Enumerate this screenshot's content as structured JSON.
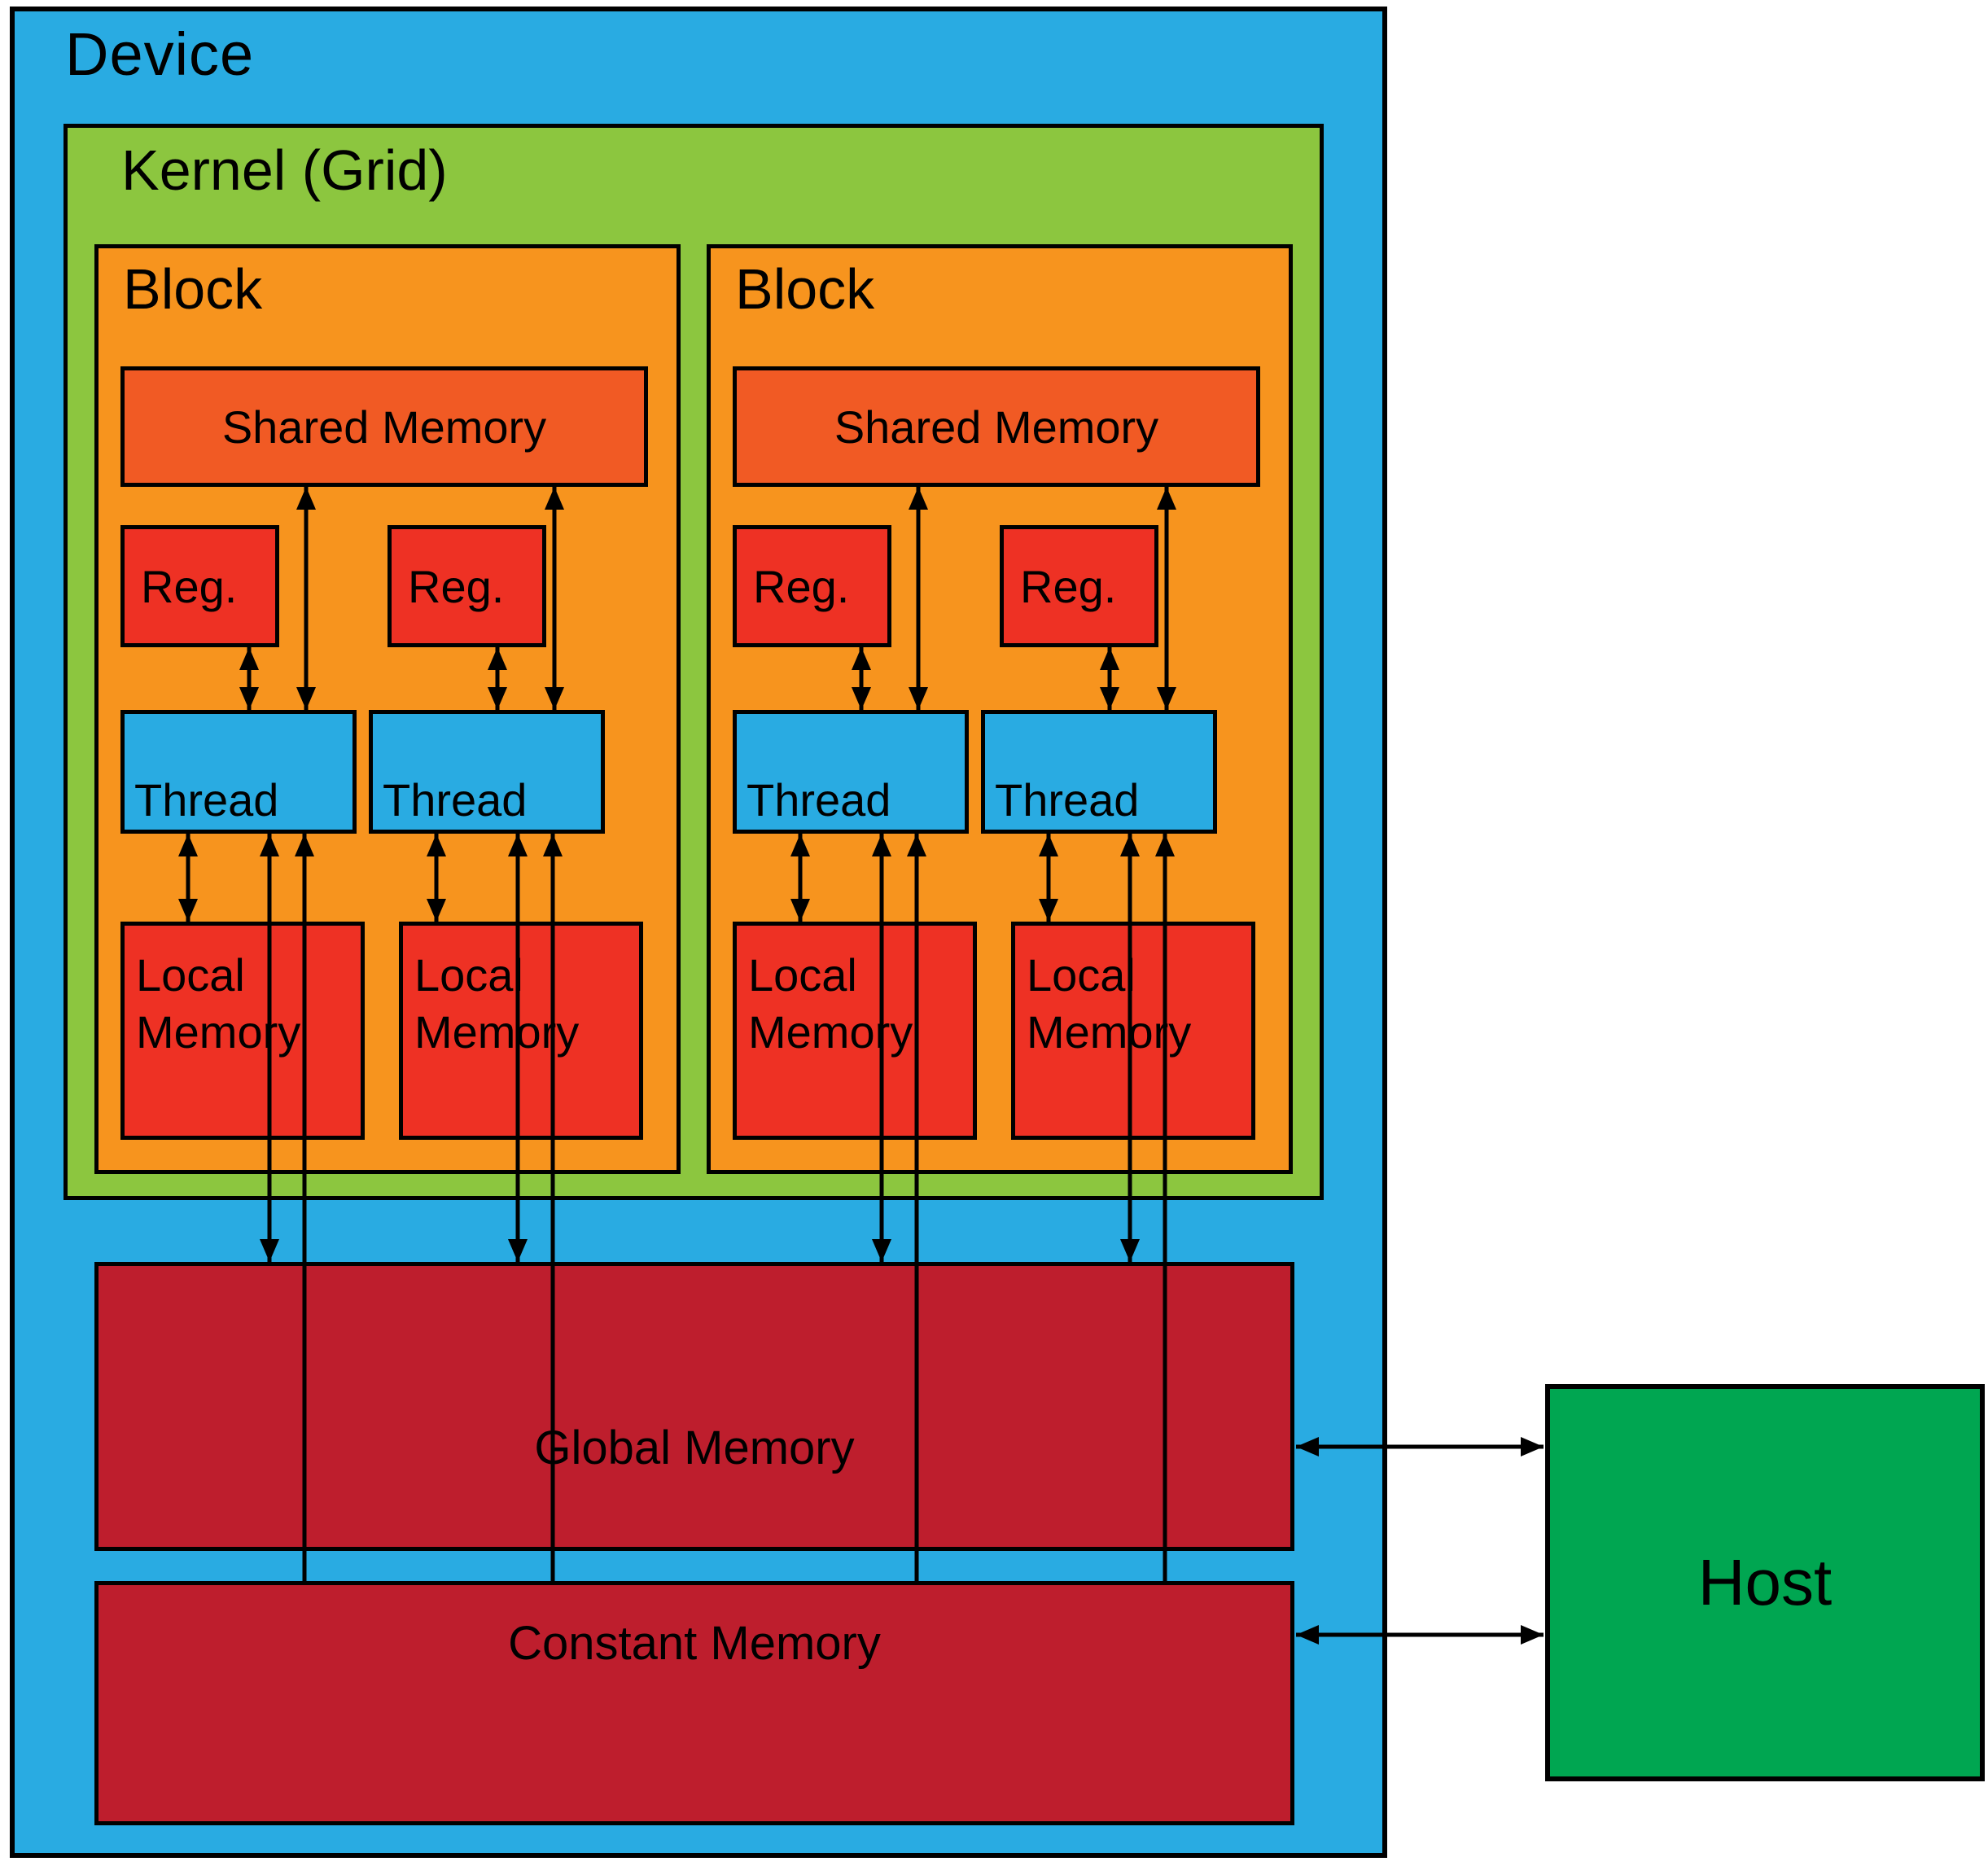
{
  "diagram": {
    "device_label": "Device",
    "kernel_label": "Kernel (Grid)",
    "blocks": [
      {
        "label": "Block",
        "shared_memory_label": "Shared Memory",
        "registers": [
          {
            "label": "Reg."
          },
          {
            "label": "Reg."
          }
        ],
        "threads": [
          {
            "label": "Thread"
          },
          {
            "label": "Thread"
          }
        ],
        "local_memories": [
          {
            "label": "Local Memory"
          },
          {
            "label": "Local Memory"
          }
        ]
      },
      {
        "label": "Block",
        "shared_memory_label": "Shared Memory",
        "registers": [
          {
            "label": "Reg."
          },
          {
            "label": "Reg."
          }
        ],
        "threads": [
          {
            "label": "Thread"
          },
          {
            "label": "Thread"
          }
        ],
        "local_memories": [
          {
            "label": "Local Memory"
          },
          {
            "label": "Local Memory"
          }
        ]
      }
    ],
    "global_memory_label": "Global Memory",
    "constant_memory_label": "Constant Memory",
    "host_label": "Host",
    "colors": {
      "device": "#29abe2",
      "kernel": "#8cc63f",
      "block": "#f7941e",
      "shared_memory": "#f15a24",
      "register": "#ee3124",
      "thread": "#29abe2",
      "local_memory": "#ee3124",
      "global_memory": "#be1e2d",
      "constant_memory": "#be1e2d",
      "host": "#00a651",
      "outline": "#000000"
    },
    "connections": [
      {
        "from": "shared-memory",
        "to": "thread",
        "bidirectional": true
      },
      {
        "from": "register",
        "to": "thread",
        "bidirectional": true
      },
      {
        "from": "thread",
        "to": "local-memory",
        "bidirectional": true
      },
      {
        "from": "thread",
        "to": "global-memory",
        "bidirectional": true
      },
      {
        "from": "constant-memory",
        "to": "thread",
        "bidirectional": false
      },
      {
        "from": "global-memory",
        "to": "host",
        "bidirectional": true
      },
      {
        "from": "constant-memory",
        "to": "host",
        "bidirectional": true
      }
    ]
  }
}
